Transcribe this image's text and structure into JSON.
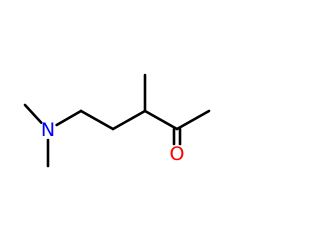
{
  "molecule": {
    "atoms": [
      {
        "id": "C_me1",
        "label": ""
      },
      {
        "id": "N",
        "label": "N",
        "color": "#0000FF"
      },
      {
        "id": "C_me2",
        "label": ""
      },
      {
        "id": "C5",
        "label": ""
      },
      {
        "id": "C4",
        "label": ""
      },
      {
        "id": "C3",
        "label": ""
      },
      {
        "id": "C_me3",
        "label": ""
      },
      {
        "id": "C2",
        "label": ""
      },
      {
        "id": "C1",
        "label": ""
      },
      {
        "id": "O",
        "label": "O",
        "color": "#FF0000"
      }
    ],
    "bonds": [
      {
        "from": "C_me1",
        "to": "N",
        "order": 1
      },
      {
        "from": "N",
        "to": "C_me2",
        "order": 1
      },
      {
        "from": "N",
        "to": "C5",
        "order": 1
      },
      {
        "from": "C5",
        "to": "C4",
        "order": 1
      },
      {
        "from": "C4",
        "to": "C3",
        "order": 1
      },
      {
        "from": "C3",
        "to": "C_me3",
        "order": 1
      },
      {
        "from": "C3",
        "to": "C2",
        "order": 1
      },
      {
        "from": "C2",
        "to": "C1",
        "order": 1
      },
      {
        "from": "C2",
        "to": "O",
        "order": 2
      }
    ],
    "bond_color": "#000000"
  }
}
